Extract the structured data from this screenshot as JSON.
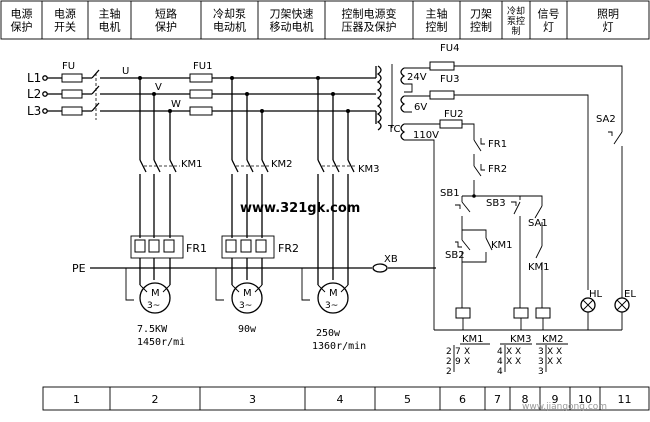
{
  "header": {
    "cells": [
      "电源\n保护",
      "电源\n开关",
      "主轴\n电机",
      "短路\n保护",
      "冷却泵\n电动机",
      "刀架快速\n移动电机",
      "控制电源变\n压器及保护",
      "主轴\n控制",
      "刀架\n控制",
      "冷却\n泵控\n制",
      "信号\n灯",
      "照明\n灯"
    ]
  },
  "footer": {
    "cells": [
      "1",
      "2",
      "3",
      "4",
      "5",
      "6",
      "7",
      "8",
      "9",
      "10",
      "11"
    ]
  },
  "watermark": "www.321gk.com",
  "corner_watermark": "www.jiangong.com",
  "lines": {
    "l1": "L1",
    "l2": "L2",
    "l3": "L3",
    "u": "U",
    "v": "V",
    "w": "W",
    "pe": "PE",
    "xb": "XB"
  },
  "fuses": {
    "fu": "FU",
    "fu1": "FU1",
    "fu2": "FU2",
    "fu3": "FU3",
    "fu4": "FU4"
  },
  "transformer": {
    "name": "TC",
    "v24": "24V",
    "v6": "6V",
    "v110": "110V"
  },
  "contactors": {
    "km1": "KM1",
    "km2": "KM2",
    "km3": "KM3"
  },
  "relays": {
    "fr1": "FR1",
    "fr2": "FR2"
  },
  "buttons": {
    "sb1": "SB1",
    "sb2": "SB2",
    "sb3": "SB3",
    "sa1": "SA1",
    "sa2": "SA2"
  },
  "lamps": {
    "hl": "HL",
    "el": "EL"
  },
  "motors": [
    {
      "symbol": "M",
      "phase": "3~",
      "power": "7.5KW",
      "speed": "1450r/mi"
    },
    {
      "symbol": "M",
      "phase": "3~",
      "power": "90w",
      "speed": ""
    },
    {
      "symbol": "M",
      "phase": "3~",
      "power": "250w",
      "speed": "1360r/min"
    }
  ],
  "coil_labels": {
    "c1": "KM1",
    "c2": "KM3",
    "c3": "KM2"
  },
  "contact_tables": {
    "km1": [
      [
        "2",
        "7",
        "X"
      ],
      [
        "2",
        "9",
        "X"
      ],
      [
        "2",
        "",
        ""
      ]
    ],
    "km3": [
      [
        "4",
        "X",
        "X"
      ],
      [
        "4",
        "X",
        "X"
      ],
      [
        "4",
        "",
        ""
      ]
    ],
    "km2": [
      [
        "3",
        "X",
        "X"
      ],
      [
        "3",
        "X",
        "X"
      ],
      [
        "3",
        "",
        ""
      ]
    ]
  }
}
